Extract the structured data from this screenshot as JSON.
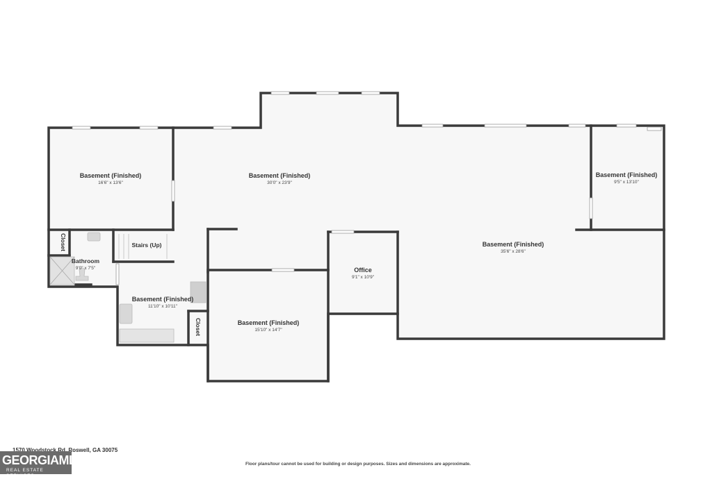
{
  "rooms": {
    "basement_left": {
      "name": "Basement (Finished)",
      "dims": "16'6\" x 13'6\""
    },
    "basement_center": {
      "name": "Basement (Finished)",
      "dims": "30'0\" x 23'9\""
    },
    "basement_right_small": {
      "name": "Basement (Finished)",
      "dims": "9'5\" x 13'10\""
    },
    "basement_large": {
      "name": "Basement (Finished)",
      "dims": "35'6\" x 28'6\""
    },
    "office": {
      "name": "Office",
      "dims": "9'1\" x 10'9\""
    },
    "bathroom": {
      "name": "Bathroom",
      "dims": "9'0\" x 7'5\""
    },
    "stairs": {
      "name": "Stairs (Up)"
    },
    "basement_lower_left": {
      "name": "Basement (Finished)",
      "dims": "11'10\" x 10'11\""
    },
    "basement_lower_center": {
      "name": "Basement (Finished)",
      "dims": "15'10\" x 14'7\""
    },
    "closet_left": {
      "name": "Closet"
    },
    "closet_right": {
      "name": "Closet"
    }
  },
  "footer": {
    "address": "1570 Woodstock Rd, Roswell, GA 30075",
    "disclaimer": "Floor plans/tour cannot be used for building or design purposes. Sizes and dimensions are approximate."
  },
  "logo": {
    "main": "GEORGIAMLS",
    "sub": "REAL ESTATE SERVICES"
  },
  "colors": {
    "wall": "#3a3a3a",
    "floor": "#f7f7f7",
    "fixture": "#d8d8d8"
  }
}
